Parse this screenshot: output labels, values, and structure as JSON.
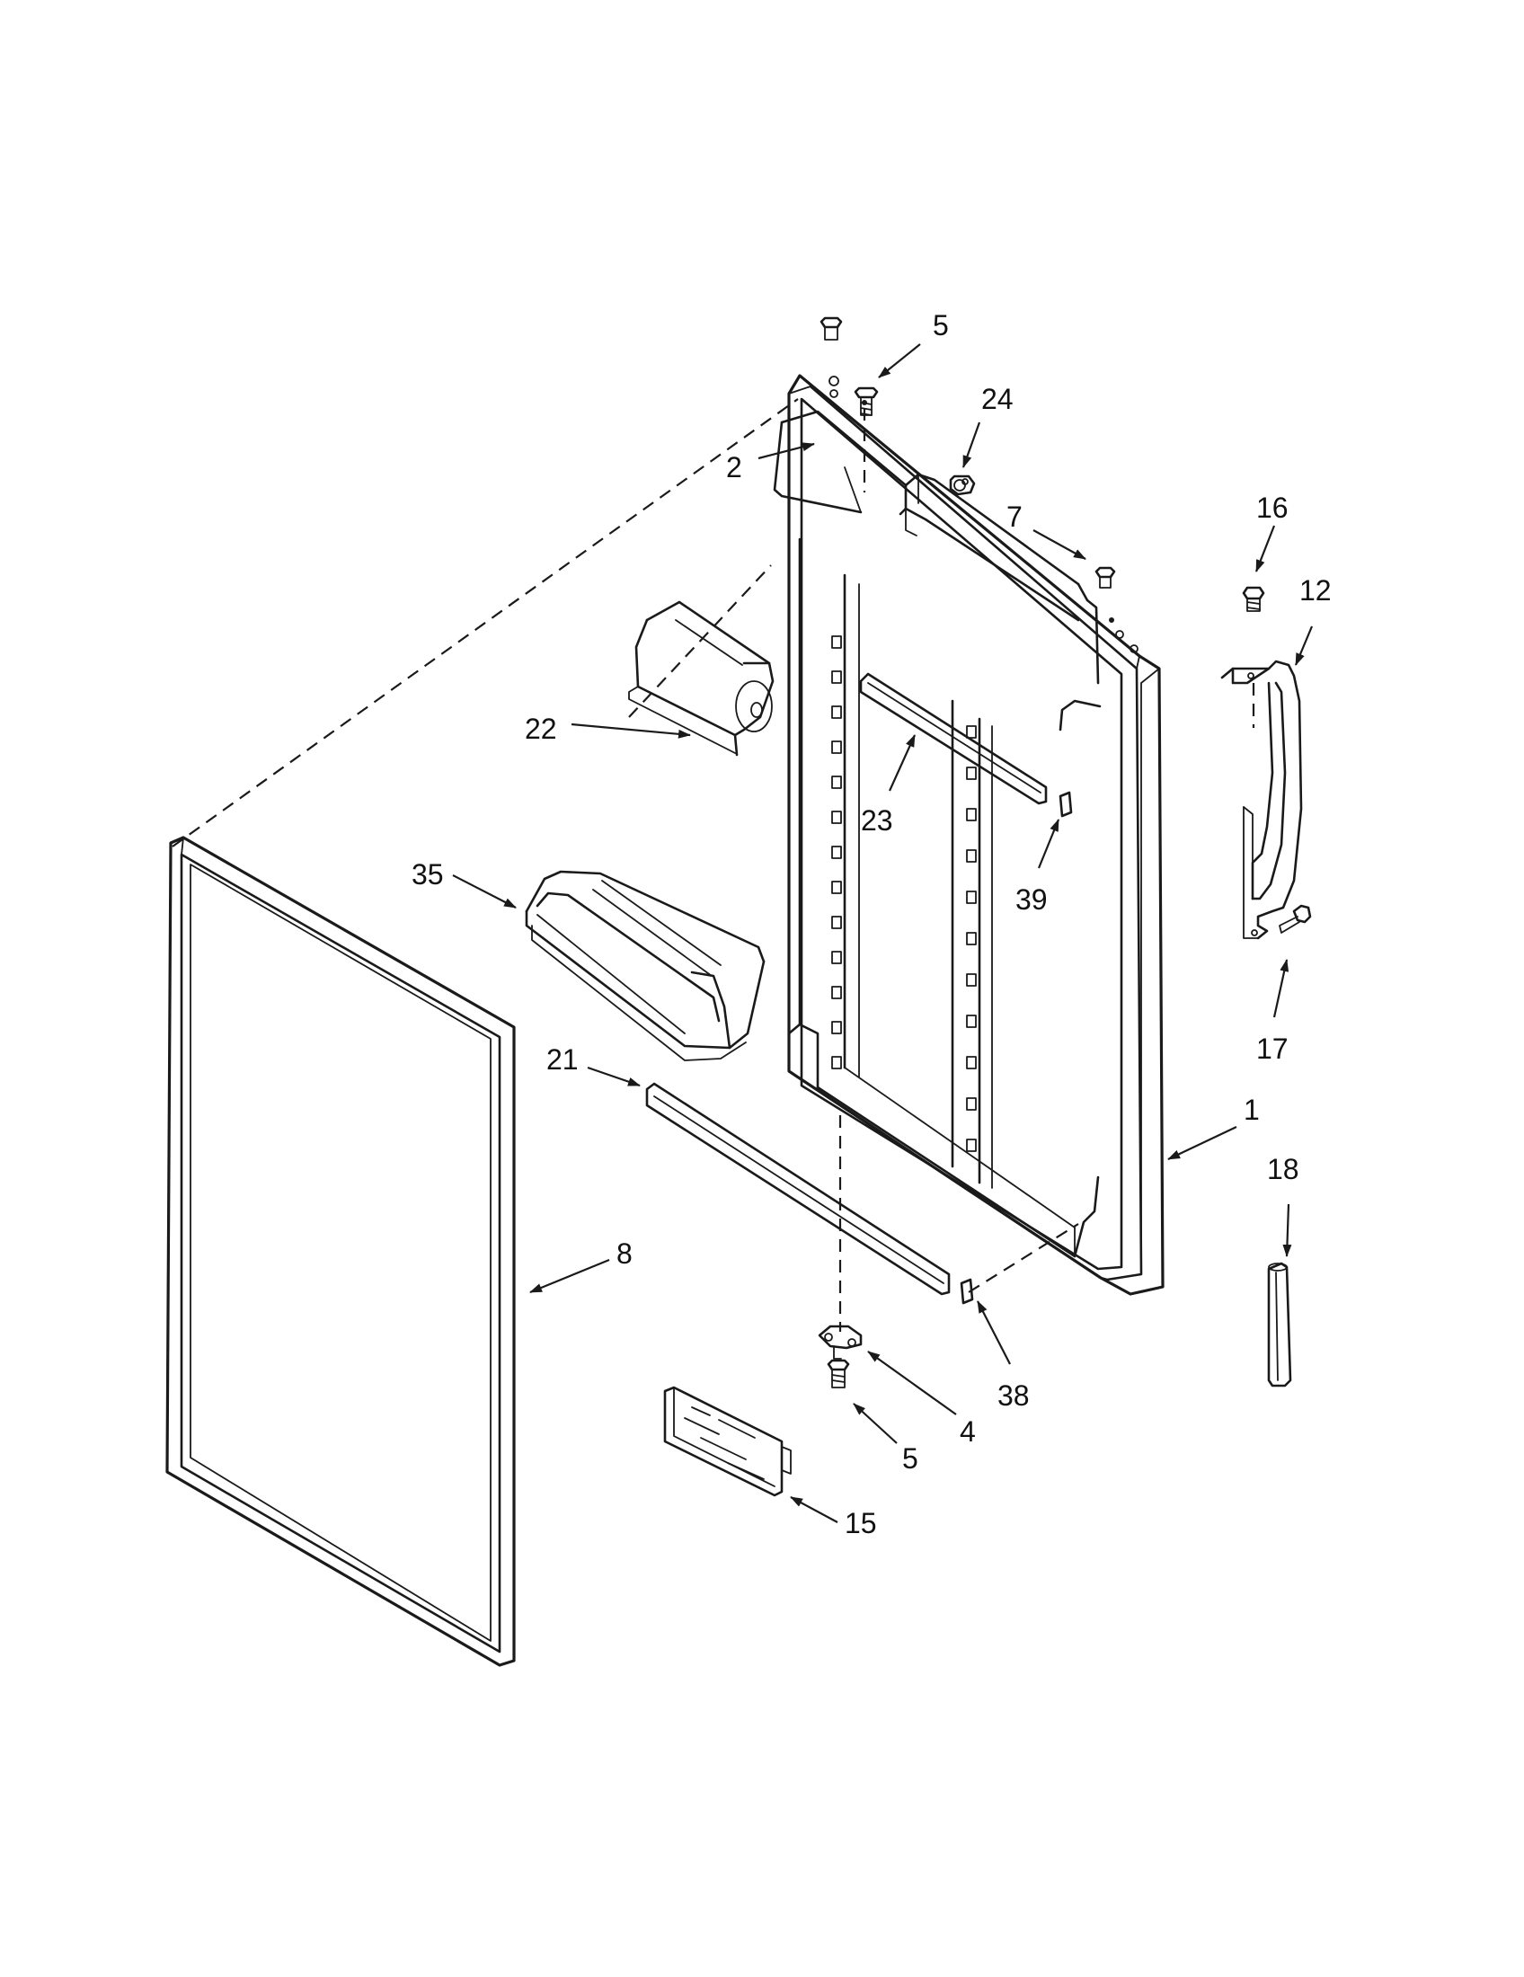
{
  "callouts": {
    "c5a": "5",
    "c24": "24",
    "c2": "2",
    "c7": "7",
    "c16": "16",
    "c12": "12",
    "c22": "22",
    "c23": "23",
    "c39": "39",
    "c35": "35",
    "c17": "17",
    "c21": "21",
    "c1": "1",
    "c18": "18",
    "c8": "8",
    "c38": "38",
    "c4": "4",
    "c5b": "5",
    "c15": "15"
  }
}
